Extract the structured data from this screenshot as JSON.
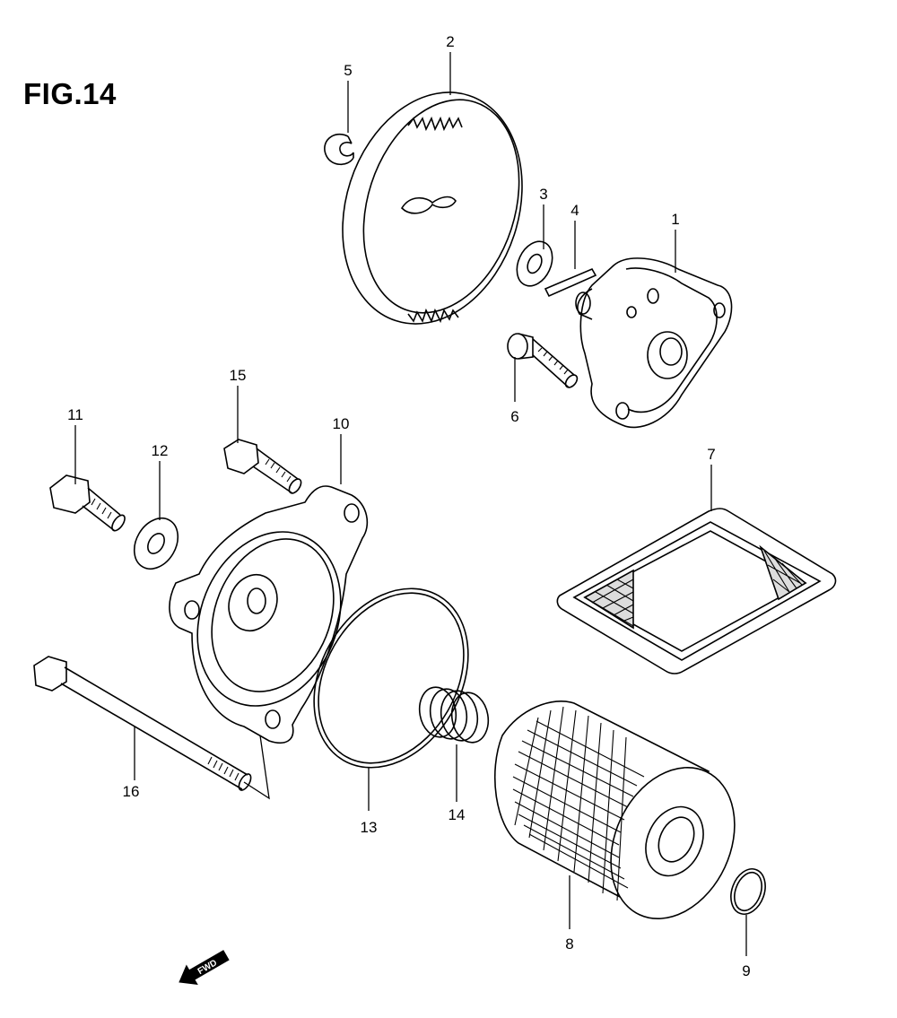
{
  "figure": {
    "title": "FIG.14"
  },
  "callouts": [
    {
      "number": "1"
    },
    {
      "number": "2"
    },
    {
      "number": "3"
    },
    {
      "number": "4"
    },
    {
      "number": "5"
    },
    {
      "number": "6"
    },
    {
      "number": "7"
    },
    {
      "number": "8"
    },
    {
      "number": "9"
    },
    {
      "number": "10"
    },
    {
      "number": "11"
    },
    {
      "number": "12"
    },
    {
      "number": "13"
    },
    {
      "number": "14"
    },
    {
      "number": "15"
    },
    {
      "number": "16"
    }
  ],
  "direction_marker": {
    "label": "FWD"
  }
}
